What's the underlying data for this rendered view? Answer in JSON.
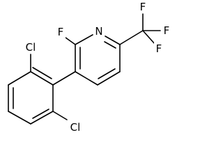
{
  "structure": {
    "bond_color": "#000000",
    "background": "#ffffff",
    "atoms": {
      "F_ring": "F",
      "N": "N",
      "CF3_F_top": "F",
      "CF3_F_right": "F",
      "CF3_F_bottom": "F",
      "Cl_top": "Cl",
      "Cl_bottom": "Cl"
    }
  }
}
